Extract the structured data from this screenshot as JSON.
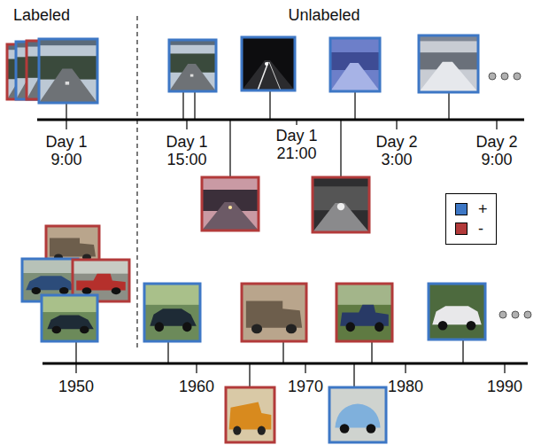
{
  "diagram": {
    "labels": [
      "Labeled",
      "Unlabeled",
      "Day 1 9:00",
      "Day 1 15:00",
      "Day 1 21:00",
      "Day 2 3:00",
      "Day 2 9:00",
      "1950",
      "1960",
      "1970",
      "1980",
      "1990"
    ],
    "legend": [
      {
        "text": "+",
        "color": "#3d77c5"
      },
      {
        "text": "-",
        "color": "#b23a3a"
      }
    ]
  }
}
